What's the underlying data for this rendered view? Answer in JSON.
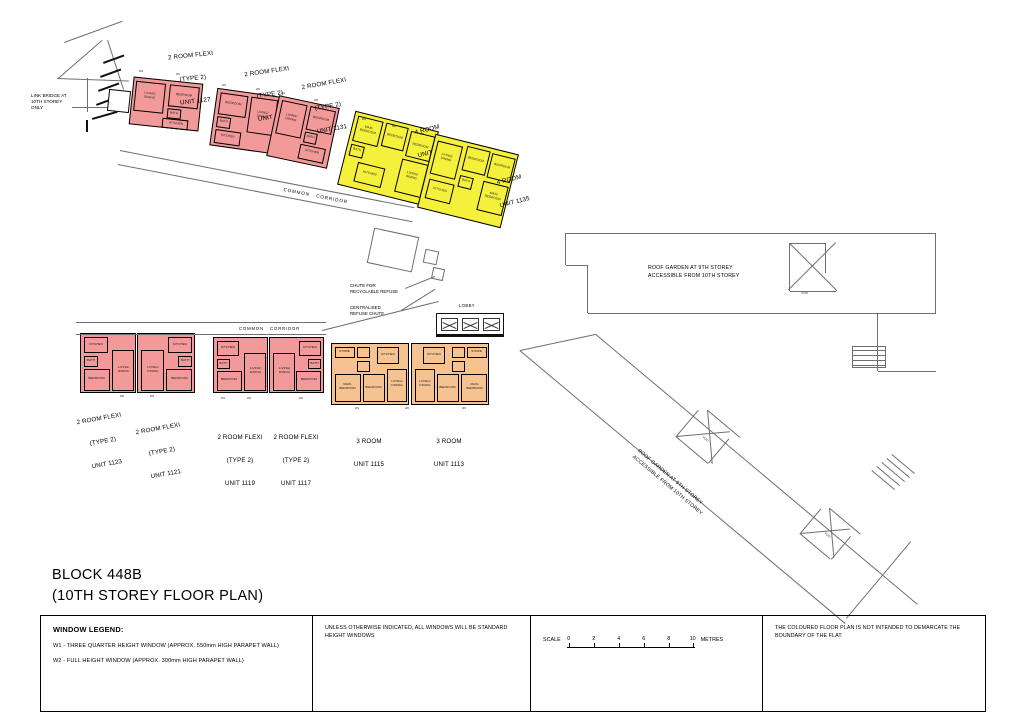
{
  "document": {
    "block_title": "BLOCK 448B",
    "plan_subtitle": "(10TH STOREY FLOOR PLAN)"
  },
  "annotations": {
    "link_bridge": "LINK BRIDGE AT\n10TH STOREY\nONLY",
    "common_corridor_upper": "COMMON   CORRIDOR",
    "common_corridor_lower": "COMMON   CORRIDOR",
    "chute_recyclable": "CHUTE FOR\nRECYCLABLE REFUSE",
    "chute_centralised": "CENTRALISED\nREFUSE CHUTE",
    "lobby": "LOBBY",
    "roof_garden_right": "ROOF GARDEN AT 9TH STOREY\nACCESSIBLE FROM 10TH STOREY",
    "roof_garden_diagonal": "ROOF GARDEN AT 9TH STOREY\nACCESSIBLE FROM 10TH STOREY",
    "void_right": "VOID",
    "void_diag_a": "VOID",
    "void_diag_b": "VOID"
  },
  "units": [
    {
      "id": "u1127",
      "type_line": "2 ROOM FLEXI",
      "subtype": "(TYPE 2)",
      "unit_no": "UNIT 1127",
      "colour": "#F29A9A"
    },
    {
      "id": "u1129",
      "type_line": "2 ROOM FLEXI",
      "subtype": "(TYPE 2)",
      "unit_no": "UNIT 1129",
      "colour": "#F29A9A"
    },
    {
      "id": "u1131",
      "type_line": "2 ROOM FLEXI",
      "subtype": "(TYPE 2)",
      "unit_no": "UNIT 1131",
      "colour": "#F29A9A"
    },
    {
      "id": "u1133",
      "type_line": "4 ROOM",
      "subtype": "",
      "unit_no": "UNIT 1133",
      "colour": "#F5F03C"
    },
    {
      "id": "u1135",
      "type_line": "4 ROOM",
      "subtype": "",
      "unit_no": "UNIT 1135",
      "colour": "#F5F03C"
    },
    {
      "id": "u1123",
      "type_line": "2 ROOM FLEXI",
      "subtype": "(TYPE 2)",
      "unit_no": "UNIT 1123",
      "colour": "#F29A9A"
    },
    {
      "id": "u1121",
      "type_line": "2 ROOM FLEXI",
      "subtype": "(TYPE 2)",
      "unit_no": "UNIT 1121",
      "colour": "#F29A9A"
    },
    {
      "id": "u1119",
      "type_line": "2 ROOM FLEXI",
      "subtype": "(TYPE 2)",
      "unit_no": "UNIT 1119",
      "colour": "#F29A9A"
    },
    {
      "id": "u1117",
      "type_line": "2 ROOM FLEXI",
      "subtype": "(TYPE 2)",
      "unit_no": "UNIT 1117",
      "colour": "#F29A9A"
    },
    {
      "id": "u1115",
      "type_line": "3 ROOM",
      "subtype": "",
      "unit_no": "UNIT 1115",
      "colour": "#F5C391"
    },
    {
      "id": "u1113",
      "type_line": "3 ROOM",
      "subtype": "",
      "unit_no": "UNIT 1113",
      "colour": "#F5C391"
    }
  ],
  "room_names": {
    "living_dining": "LIVING/\nDINING",
    "bedroom": "BEDROOM",
    "main_bedroom": "MAIN\nBEDROOM",
    "kitchen": "KITCHEN",
    "bath": "BATH",
    "hs": "HS",
    "store": "STORE"
  },
  "window_marks": {
    "w1": "W1",
    "w2": "W2"
  },
  "legend": {
    "window_legend_title": "WINDOW LEGEND:",
    "w1_desc": "W1 - THREE QUARTER HEIGHT WINDOW (APPROX. 550mm HIGH PARAPET WALL)",
    "w2_desc": "W2 - FULL HEIGHT WINDOW (APPROX. 300mm HIGH PARAPET WALL)",
    "standard_windows_note": "UNLESS OTHERWISE INDICATED,\nALL WINDOWS WILL BE STANDARD HEIGHT WINDOWS",
    "scale_word": "SCALE",
    "scale_ticks": [
      "0",
      "2",
      "4",
      "6",
      "8",
      "10"
    ],
    "scale_units": "METRES",
    "disclaimer": "THE COLOURED FLOOR PLAN IS NOT INTENDED TO DEMARCATE\nTHE BOUNDARY OF THE FLAT."
  }
}
